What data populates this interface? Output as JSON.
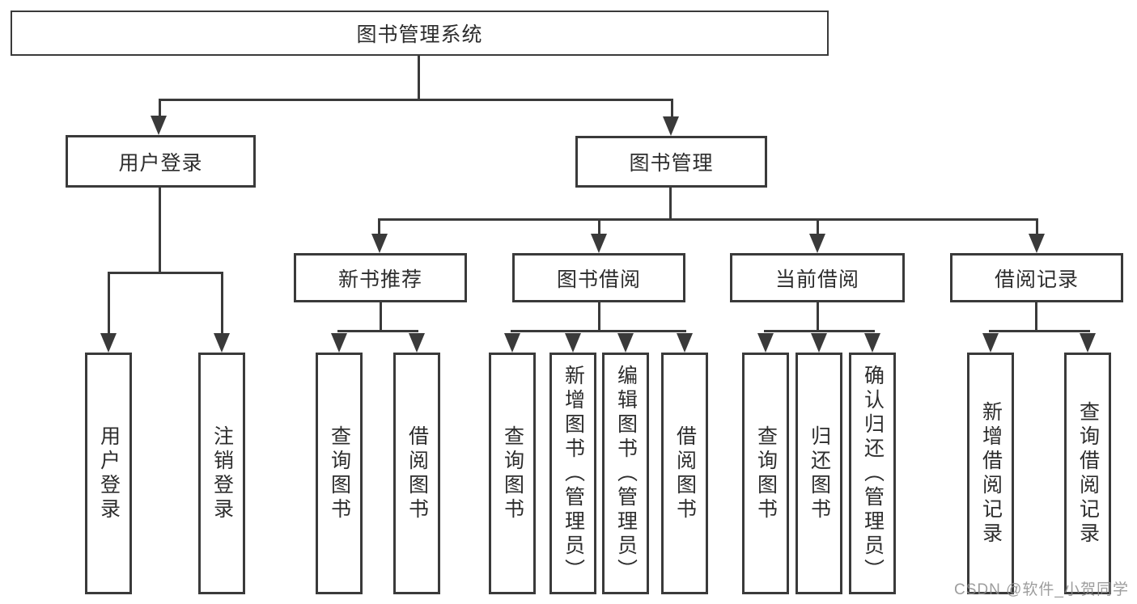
{
  "diagram": {
    "root": {
      "label": "图书管理系统"
    },
    "branches": {
      "user_login": {
        "label": "用户登录",
        "children": [
          "用户登录",
          "注销登录"
        ]
      },
      "book_mgmt": {
        "label": "图书管理"
      }
    },
    "book_mgmt_sections": [
      {
        "label": "新书推荐",
        "children": [
          "查询图书",
          "借阅图书"
        ]
      },
      {
        "label": "图书借阅",
        "children": [
          "查询图书",
          "新增图书（管理员）",
          "编辑图书（管理员）",
          "借阅图书"
        ]
      },
      {
        "label": "当前借阅",
        "children": [
          "查询图书",
          "归还图书",
          "确认归还（管理员）"
        ]
      },
      {
        "label": "借阅记录",
        "children": [
          "新增借阅记录",
          "查询借阅记录"
        ]
      }
    ],
    "line_color": "#3a3a3a"
  },
  "watermark": {
    "text": "CSDN @软件_小贺同学"
  }
}
